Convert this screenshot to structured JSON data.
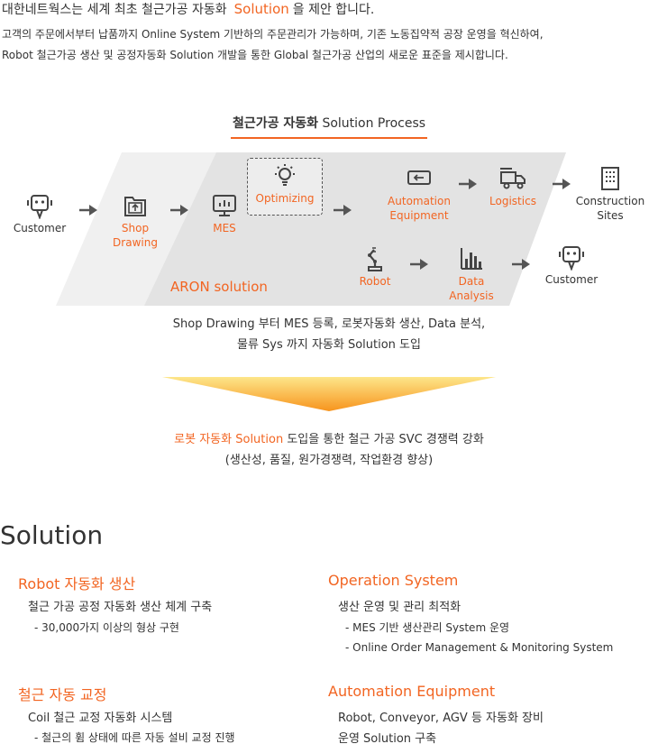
{
  "intro": {
    "line1_prefix": "대한네트웍스는 세계 최초 철근가공 자동화",
    "line1_highlight": "Solution",
    "line1_suffix": "을 제안 합니다.",
    "line2": "고객의 주문에서부터 납품까지 Online System 기반하의 주문관리가 가능하며, 기존 노동집약적 공장 운영을 혁신하여,",
    "line3": "Robot 철근가공 생산 및 공정자동화 Solution 개발을 통한 Global 철근가공 산업의 새로운 표준을 제시합니다."
  },
  "process": {
    "title_bold": "철근가공 자동화",
    "title_rest": "Solution Process",
    "aron_label": "ARON solution",
    "nodes": {
      "customer_left": "Customer",
      "shop_drawing_1": "Shop",
      "shop_drawing_2": "Drawing",
      "mes": "MES",
      "optimizing": "Optimizing",
      "automation_1": "Automation",
      "automation_2": "Equipment",
      "logistics": "Logistics",
      "construction_1": "Construction",
      "construction_2": "Sites",
      "robot": "Robot",
      "data_1": "Data",
      "data_2": "Analysis",
      "customer_right": "Customer"
    },
    "icons": [
      "customer-icon",
      "document-upload-icon",
      "monitor-chart-icon",
      "lightbulb-icon",
      "machine-icon",
      "truck-icon",
      "building-icon",
      "robot-arm-icon",
      "bar-chart-icon"
    ],
    "caption_line1": "Shop Drawing 부터 MES 등록, 로봇자동화 생산, Data 분석,",
    "caption_line2": "물류 Sys 까지 자동화 Solution 도입"
  },
  "result": {
    "line1_highlight": "로봇 자동화 Solution",
    "line1_rest": "도입을 통한 철근 가공 SVC 경쟁력 강화",
    "line2": "(생산성, 품질, 원가경쟁력, 작업환경 향상)"
  },
  "solution": {
    "heading": "Solution",
    "items": [
      {
        "title": "Robot 자동화 생산",
        "desc": "철근 가공 공정 자동화 생산 체계 구축",
        "subs": [
          "- 30,000가지 이상의 형상 구현"
        ]
      },
      {
        "title": "Operation System",
        "desc": "생산 운영 및 관리 최적화",
        "subs": [
          "- MES 기반 생산관리 System 운영",
          "- Online Order Management & Monitoring System"
        ]
      },
      {
        "title": "철근 자동 교정",
        "desc": "Coil 철근 교정 자동화 시스템",
        "subs": [
          "- 철근의 휨 상태에 따른 자동 설비 교정 진행"
        ]
      },
      {
        "title": "Automation Equipment",
        "desc": "Robot, Conveyor, AGV 등 자동화 장비",
        "subs": [
          "운영 Solution 구축"
        ]
      }
    ]
  },
  "colors": {
    "accent": "#f26522",
    "panel_light": "#f0f0f0",
    "panel_dark": "#e2e2e2",
    "text": "#333333"
  }
}
